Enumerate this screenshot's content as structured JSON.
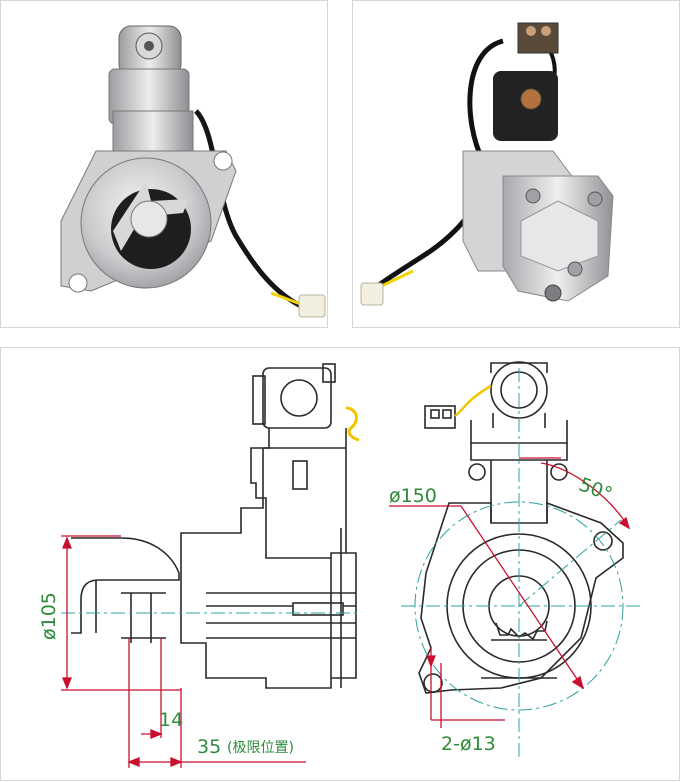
{
  "photos": {
    "left": {
      "icon": "starter-motor-front-view"
    },
    "right": {
      "icon": "starter-motor-rear-view"
    }
  },
  "drawing": {
    "dimensions": {
      "diameter_flange": "ø150",
      "angle": "50°",
      "diameter_pinion": "ø105",
      "length_14": "14",
      "length_35": "35",
      "length_35_note": "(极限位置)",
      "holes": "2-ø13"
    }
  },
  "colors": {
    "line": "#2a2a2a",
    "dimension": "#c8102e",
    "dimension_text": "#2e8b3a",
    "centerline": "#2fa0a0",
    "accent": "#f2c500"
  }
}
